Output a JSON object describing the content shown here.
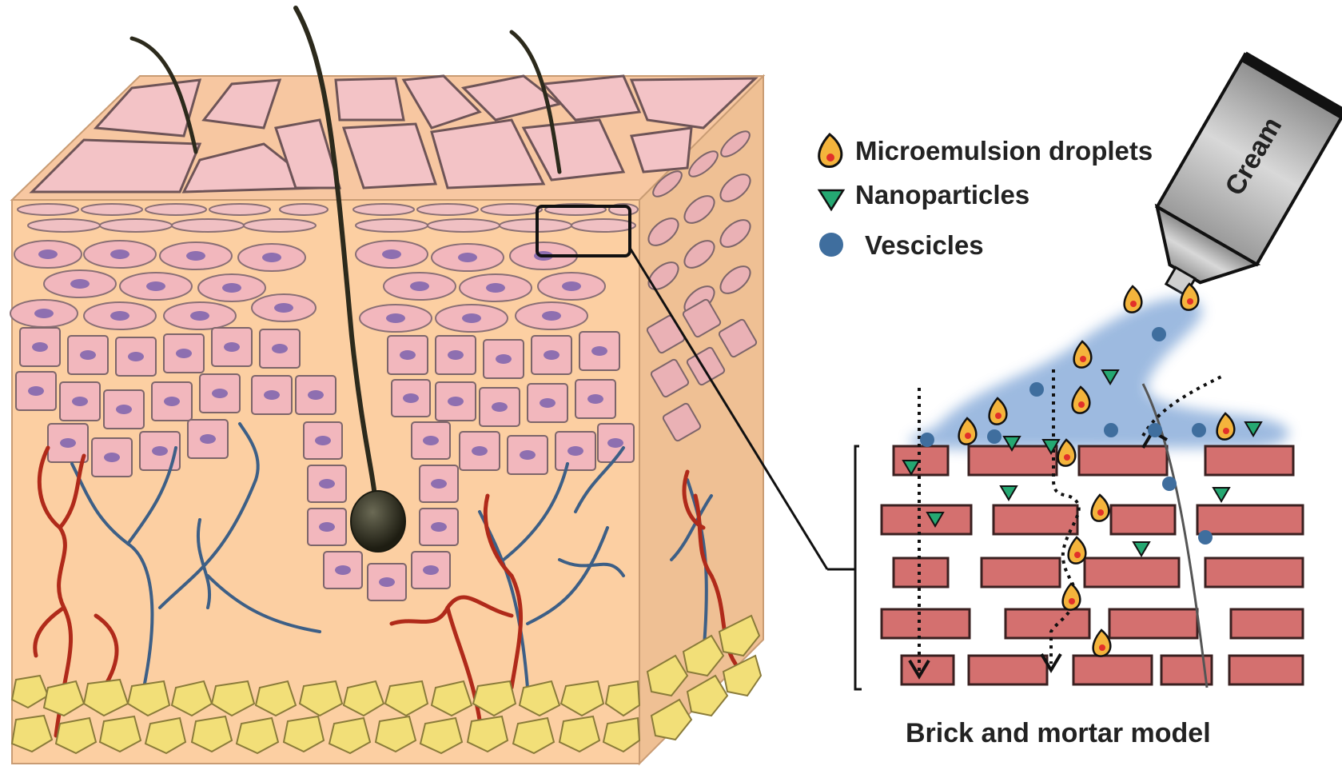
{
  "legend": {
    "items": [
      {
        "label": "Microemulsion droplets",
        "icon": "droplet-icon"
      },
      {
        "label": "Nanoparticles",
        "icon": "triangle-icon"
      },
      {
        "label": "Vescicles",
        "icon": "vesicle-icon"
      }
    ]
  },
  "tube": {
    "label": "Cream"
  },
  "caption": "Brick and mortar model",
  "colors": {
    "skin_front": "#fccfa2",
    "skin_side": "#efc094",
    "cell_pink": "#f2b7bd",
    "nucleus": "#8e6fb0",
    "brick": "#d4706f",
    "cream": "#93b3dd",
    "droplet": "#f4b43c",
    "nanoparticle": "#25a872",
    "vesicle": "#3f6e9e",
    "blood_vessel": "#b02a1a",
    "nerve": "#3d5f86",
    "fat": "#f2df78",
    "hair": "#2c2a1c"
  }
}
